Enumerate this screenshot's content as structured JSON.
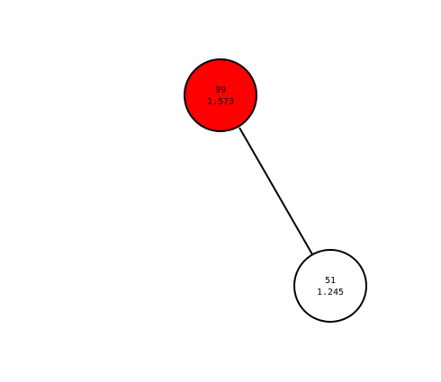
{
  "tree": {
    "nodes": [
      {
        "id": "root",
        "value": "99",
        "weight": "1.573",
        "fill": "#ff0000",
        "stroke": "#000000"
      },
      {
        "id": "child",
        "value": "51",
        "weight": "1.245",
        "fill": "#ffffff",
        "stroke": "#000000"
      }
    ],
    "edges": [
      {
        "from": "root",
        "to": "child",
        "color": "#000000"
      }
    ]
  }
}
